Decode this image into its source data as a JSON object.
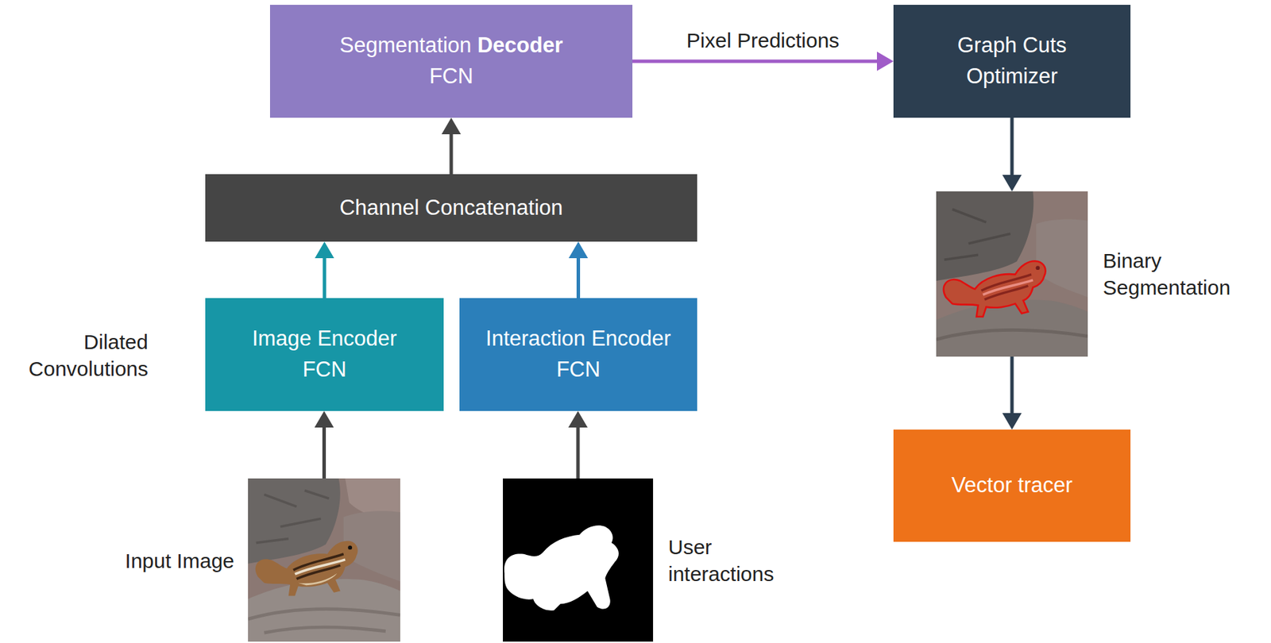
{
  "diagram": {
    "nodes": [
      {
        "text": [
          "Segmentation Decoder",
          "FCN"
        ]
      },
      {
        "text": [
          "Graph Cuts Optimizer"
        ]
      },
      {
        "text": [
          "Channel Concatenation"
        ]
      },
      {
        "text": [
          "Binary Segmentation"
        ]
      },
      {
        "text": [
          "Image Encoder",
          "FCN"
        ]
      },
      {
        "text": [
          "Interaction Encoder",
          "FCN"
        ]
      },
      {
        "text": [
          "Vector tracer"
        ]
      },
      {
        "text": [
          "Input Image"
        ]
      },
      {
        "text": [
          "User interactions"
        ]
      }
    ],
    "edges": [
      {
        "from": 0,
        "to": 1,
        "label": "Pixel Predictions",
        "arrow": "to"
      },
      {
        "from": 2,
        "to": 0,
        "arrow": "to"
      },
      {
        "from": 1,
        "to": 3,
        "arrow": "to"
      },
      {
        "from": 4,
        "to": 2,
        "arrow": "to"
      },
      {
        "from": 5,
        "to": 2,
        "arrow": "to"
      },
      {
        "from": 3,
        "to": 6,
        "arrow": "to"
      },
      {
        "from": 7,
        "to": 4,
        "arrow": "to"
      },
      {
        "from": 8,
        "to": 5,
        "arrow": "to"
      }
    ],
    "labels": [
      "Dilated Convolutions"
    ]
  }
}
